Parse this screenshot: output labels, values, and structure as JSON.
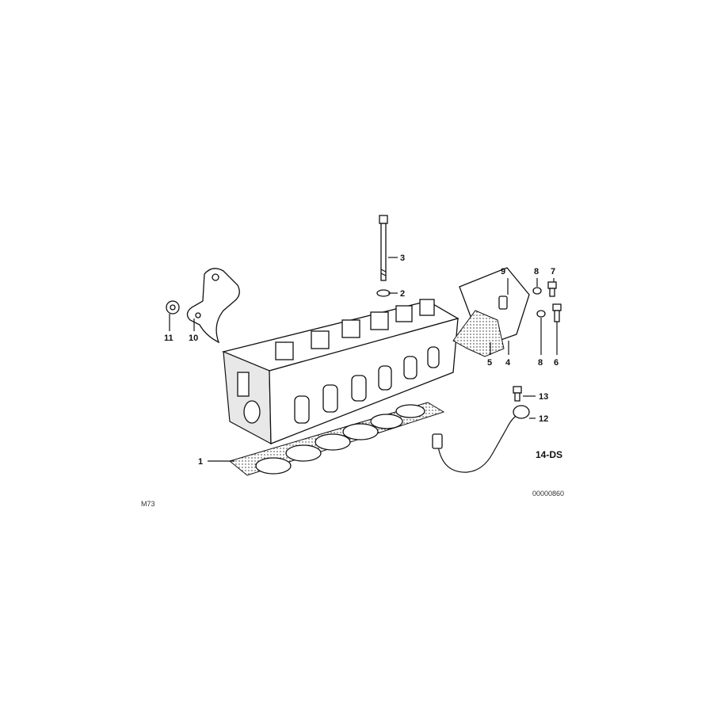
{
  "callouts": [
    {
      "id": "1",
      "text": "1"
    },
    {
      "id": "2",
      "text": "2"
    },
    {
      "id": "3",
      "text": "3"
    },
    {
      "id": "4",
      "text": "4"
    },
    {
      "id": "5",
      "text": "5"
    },
    {
      "id": "6",
      "text": "6"
    },
    {
      "id": "7",
      "text": "7"
    },
    {
      "id": "8a",
      "text": "8"
    },
    {
      "id": "8b",
      "text": "8"
    },
    {
      "id": "9",
      "text": "9"
    },
    {
      "id": "10",
      "text": "10"
    },
    {
      "id": "11",
      "text": "11"
    },
    {
      "id": "12",
      "text": "12"
    },
    {
      "id": "13",
      "text": "13"
    }
  ],
  "group_code": "14-DS",
  "drawing_number": "00000860",
  "model_code": "M73"
}
